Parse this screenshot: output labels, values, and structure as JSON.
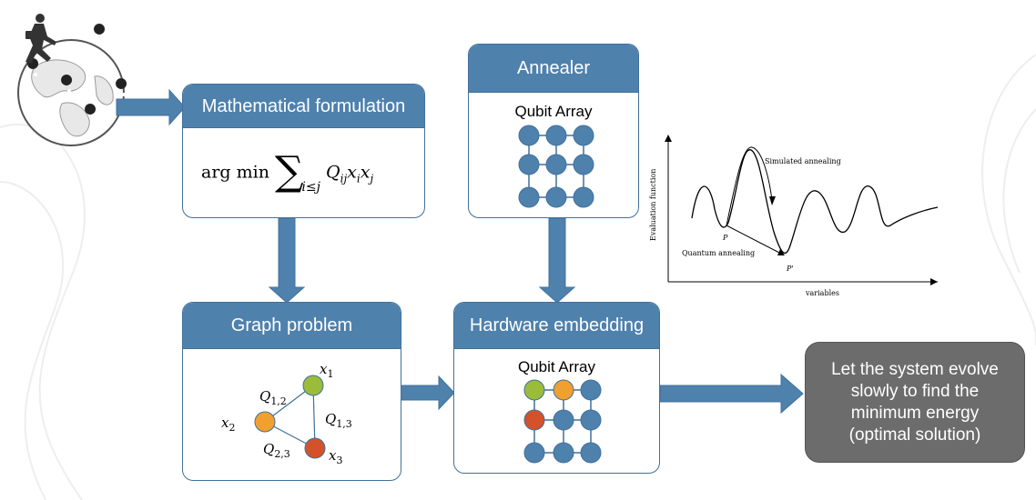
{
  "boxes": {
    "math": {
      "title": "Mathematical formulation"
    },
    "annealer": {
      "title": "Annealer",
      "array_label": "Qubit Array"
    },
    "graph": {
      "title": "Graph problem"
    },
    "hardware": {
      "title": "Hardware embedding",
      "array_label": "Qubit Array"
    }
  },
  "formula": {
    "op": "arg min",
    "index": "i≤j",
    "q": "Q",
    "q_sub": "ij",
    "x1": "x",
    "x1_sub": "i",
    "x2": "x",
    "x2_sub": "j"
  },
  "graph_labels": {
    "x1": "x",
    "x1_sub": "1",
    "x2": "x",
    "x2_sub": "2",
    "x3": "x",
    "x3_sub": "3",
    "q12": "Q",
    "q12_sub": "1,2",
    "q13": "Q",
    "q13_sub": "1,3",
    "q23": "Q",
    "q23_sub": "2,3"
  },
  "plot": {
    "ylabel": "Evaluation function",
    "xlabel": "variables",
    "simulated": "Simulated annealing",
    "quantum": "Quantum annealing",
    "p": "P",
    "p_prime": "P'"
  },
  "result": {
    "text": "Let the system evolve slowly to find the minimum energy (optimal solution)"
  },
  "colors": {
    "header": "#4f81ad",
    "border": "#41719c",
    "arrow": "#4f81ad",
    "qubit_default": "#4f81ad",
    "qubit_x1": "#9bbb3b",
    "qubit_x2": "#f0a030",
    "qubit_x3": "#d4522a",
    "result_box": "#6c6c6c"
  },
  "icons": {
    "globe": "globe-icon",
    "map_pins": "map-pin-icon",
    "runner": "runner-icon"
  }
}
